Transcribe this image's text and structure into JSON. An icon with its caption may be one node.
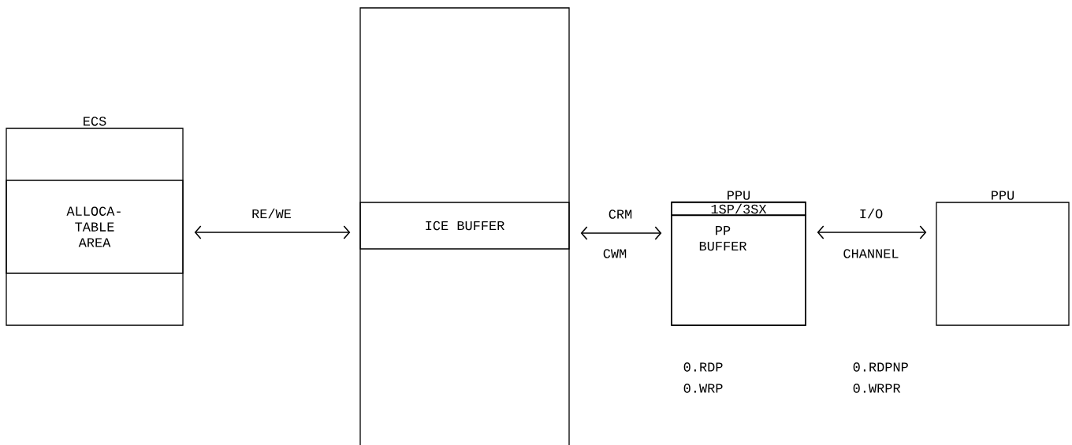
{
  "diagram": {
    "nodes": [
      {
        "text": [
          "ECS"
        ]
      },
      {
        "text": [
          "ALLOCA- TABLE AREA"
        ],
        "in": 0
      },
      {
        "text": [],
        "shape": "box"
      },
      {
        "text": [
          "ICE BUFFER"
        ],
        "in": 2
      },
      {
        "text": [
          "PPU"
        ]
      },
      {
        "text": [
          "1SP/3SX"
        ],
        "in": 4
      },
      {
        "text": [
          "PP BUFFER"
        ],
        "in": 4
      },
      {
        "text": [
          "PPU"
        ]
      }
    ],
    "edges": [
      {
        "from": 1,
        "to": 3,
        "arrow": "both",
        "label": "RE/WE"
      },
      {
        "from": 3,
        "to": 6,
        "arrow": "both",
        "label": "CRM"
      },
      {
        "from": 6,
        "to": 7,
        "arrow": "both",
        "label": "I/O"
      }
    ],
    "labels": [
      "CWM",
      "CHANNEL",
      "0.RDP",
      "0.WRP",
      "0.RDPNP",
      "0.WRPR"
    ]
  }
}
